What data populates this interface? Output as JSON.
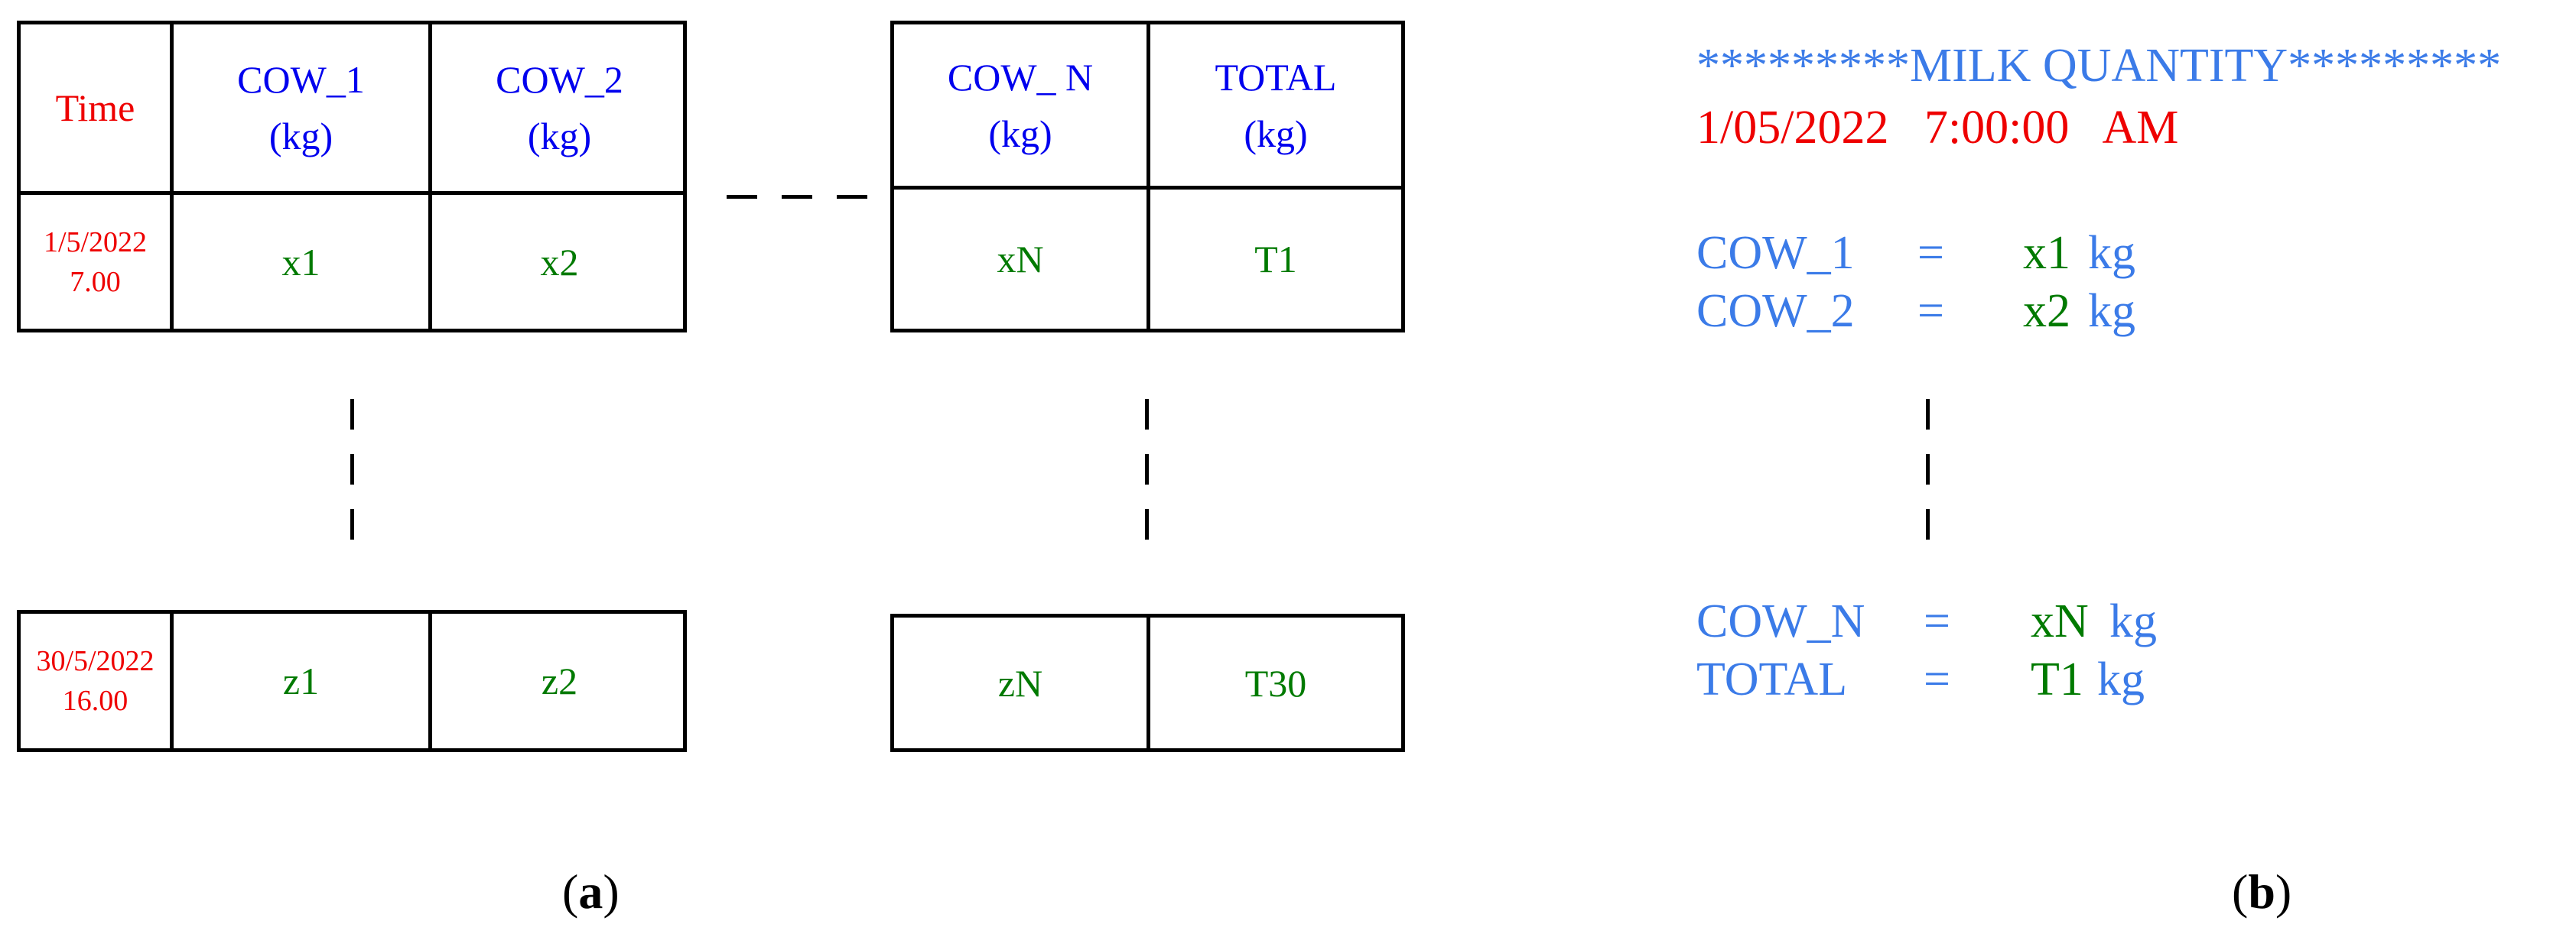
{
  "table_a": {
    "time_header": "Time",
    "headers_left": [
      {
        "name": "COW_1",
        "unit": "(kg)"
      },
      {
        "name": "COW_2",
        "unit": "(kg)"
      }
    ],
    "headers_right": [
      {
        "name": "COW_ N",
        "unit": "(kg)"
      },
      {
        "name": "TOTAL",
        "unit": "(kg)"
      }
    ],
    "first_row": {
      "date": "1/5/2022",
      "time": "7.00",
      "left_values": [
        "x1",
        "x2"
      ],
      "right_values": [
        "xN",
        "T1"
      ]
    },
    "last_row": {
      "date": "30/5/2022",
      "time": "16.00",
      "left_values": [
        "z1",
        "z2"
      ],
      "right_values": [
        "zN",
        "T30"
      ]
    }
  },
  "panel_b": {
    "title": "*********MILK QUANTITY*********",
    "timestamp": "1/05/2022   7:00:00   AM",
    "lines": [
      {
        "label": "COW_1",
        "eq": "=",
        "value": "x1",
        "unit": "kg"
      },
      {
        "label": "COW_2",
        "eq": "=",
        "value": "x2",
        "unit": "kg"
      },
      {
        "label": "COW_N",
        "eq": "=",
        "value": "xN",
        "unit": "kg"
      },
      {
        "label": "TOTAL",
        "eq": "=",
        "value": "T1",
        "unit": "kg"
      }
    ]
  },
  "captions": {
    "a_open": "(",
    "a_letter": "a",
    "a_close": ")",
    "b_open": "(",
    "b_letter": "b",
    "b_close": ")"
  },
  "colors": {
    "header_blue": "#0000ee",
    "time_red": "#ee0000",
    "value_green": "#007a00",
    "text_light_blue": "#3b7be8"
  }
}
